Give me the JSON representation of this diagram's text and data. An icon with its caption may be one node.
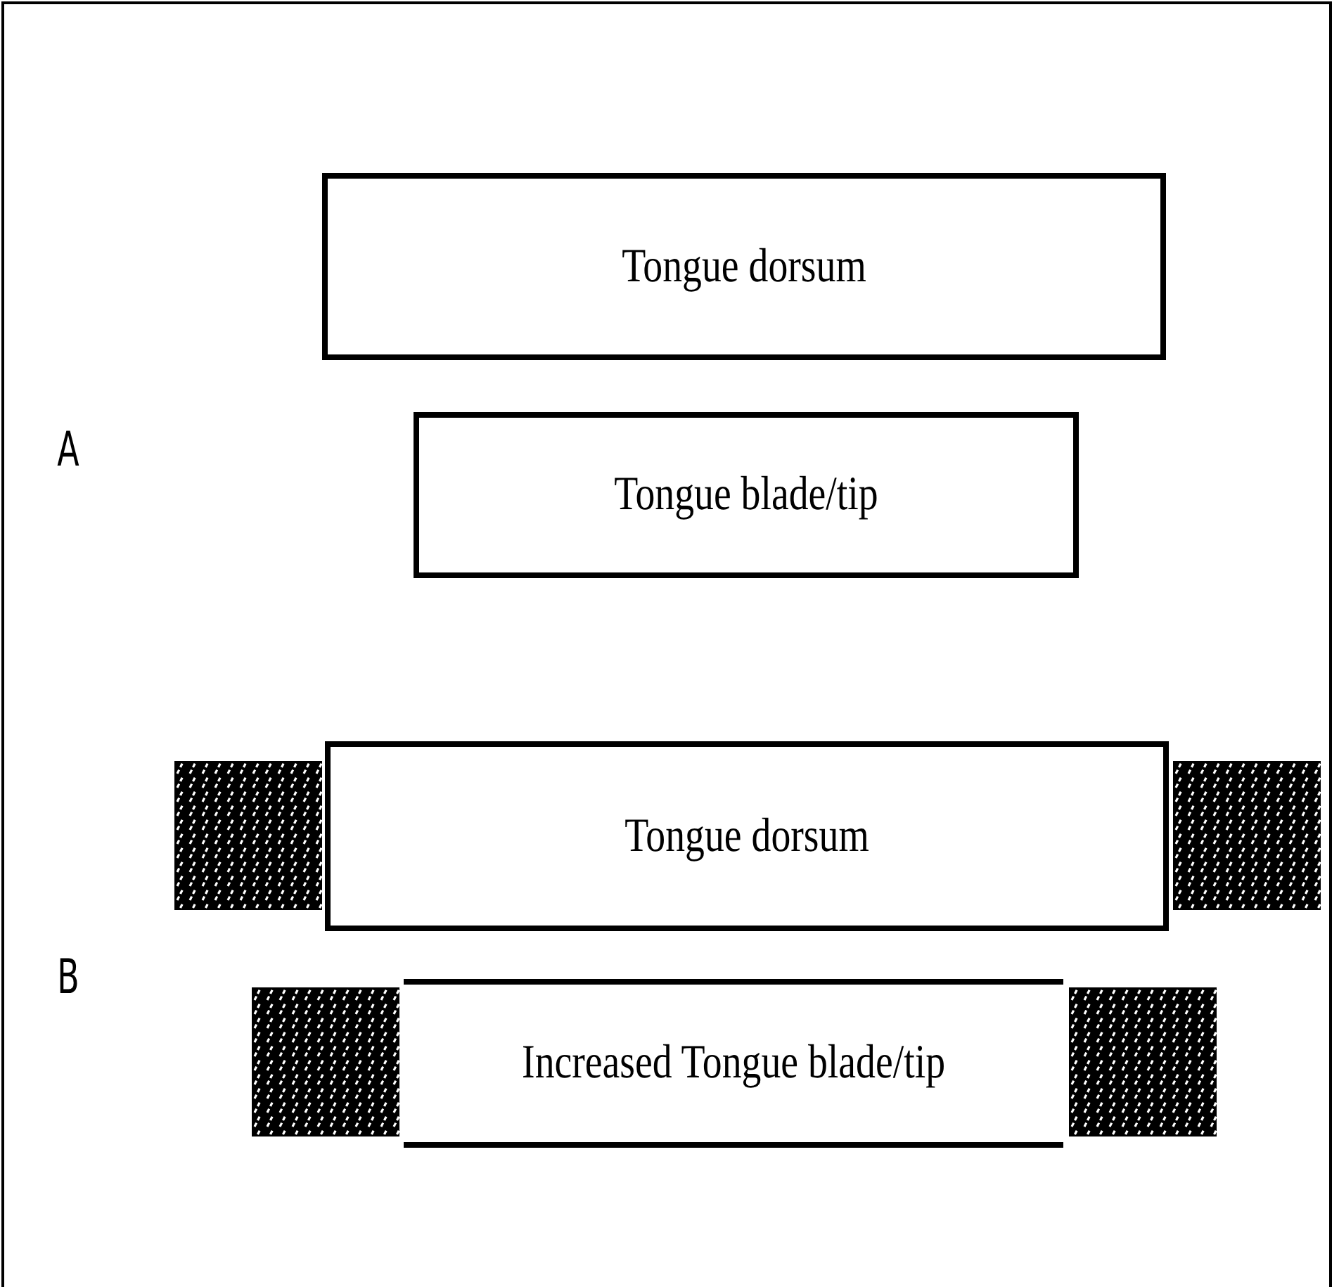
{
  "diagram": {
    "nodes": [
      {
        "text": [
          "Tongue dorsum"
        ]
      },
      {
        "text": [
          "Tongue blade/tip"
        ]
      },
      {
        "text": [],
        "shape": "box"
      },
      {
        "text": [
          "Tongue dorsum"
        ]
      },
      {
        "text": [],
        "shape": "box"
      },
      {
        "text": [],
        "shape": "box"
      },
      {
        "text": [
          "Increased Tongue blade/tip"
        ]
      },
      {
        "text": [],
        "shape": "box"
      }
    ],
    "labels": [
      "A",
      "B"
    ]
  }
}
